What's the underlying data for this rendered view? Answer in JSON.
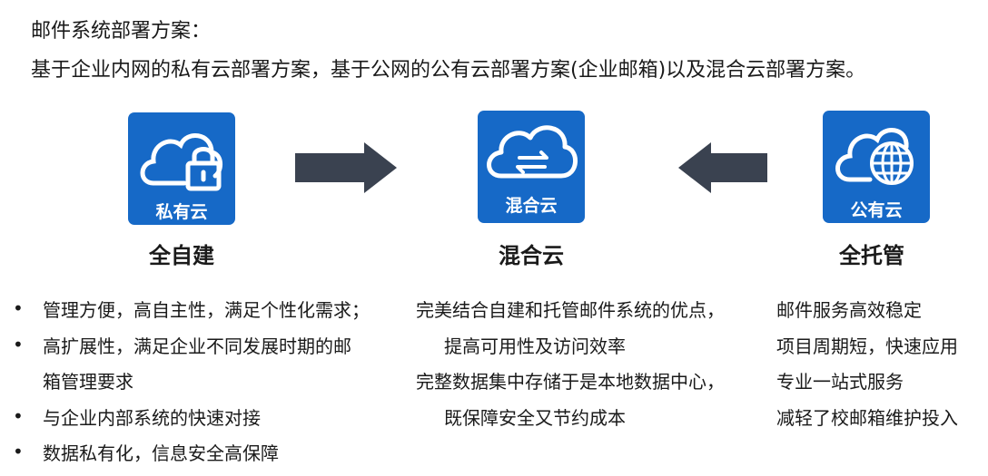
{
  "heading": "邮件系统部署方案：",
  "subheading": "基于企业内网的私有云部署方案，基于公网的公有云部署方案(企业邮箱)以及混合云部署方案。",
  "colors": {
    "icon_bg": "#1669c7",
    "arrow": "#3a4250"
  },
  "private": {
    "icon_name": "cloud-lock-icon",
    "icon_label": "私有云",
    "title": "全自建",
    "bullet_symbol": "•",
    "points": [
      "管理方便，高自主性，满足个性化需求；",
      "高扩展性，满足企业不同发展时期的邮",
      "箱管理要求",
      "与企业内部系统的快速对接",
      "数据私有化，信息安全高保障"
    ]
  },
  "hybrid": {
    "icon_name": "cloud-sync-icon",
    "icon_label": "混合云",
    "title": "混合云",
    "points": [
      "完美结合自建和托管邮件系统的优点，",
      "提高可用性及访问效率",
      "完整数据集中存储于是本地数据中心，",
      "既保障安全又节约成本"
    ]
  },
  "public": {
    "icon_name": "cloud-globe-icon",
    "icon_label": "公有云",
    "title": "全托管",
    "points": [
      "邮件服务高效稳定",
      "项目周期短，快速应用",
      "专业一站式服务",
      "减轻了校邮箱维护投入"
    ]
  }
}
